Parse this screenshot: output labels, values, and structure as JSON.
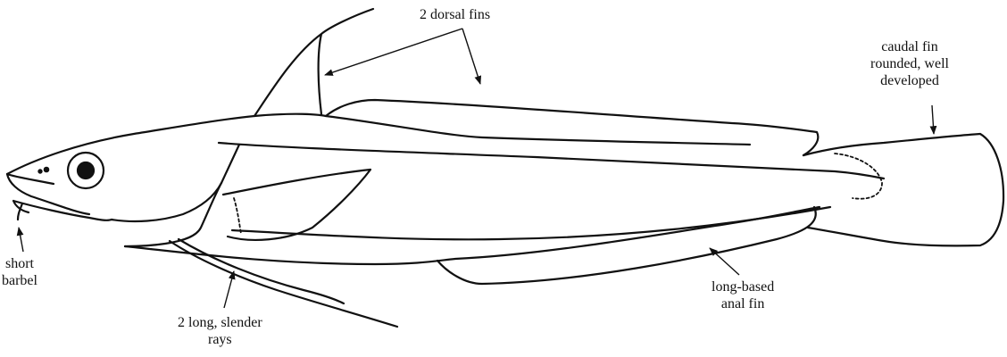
{
  "labels": {
    "dorsal_fins": "2 dorsal fins",
    "caudal_fin": [
      "caudal fin",
      "rounded, well",
      "developed"
    ],
    "short_barbel": [
      "short",
      "barbel"
    ],
    "slender_rays": [
      "2 long, slender",
      "rays"
    ],
    "anal_fin": [
      "long-based",
      "anal fin"
    ]
  }
}
